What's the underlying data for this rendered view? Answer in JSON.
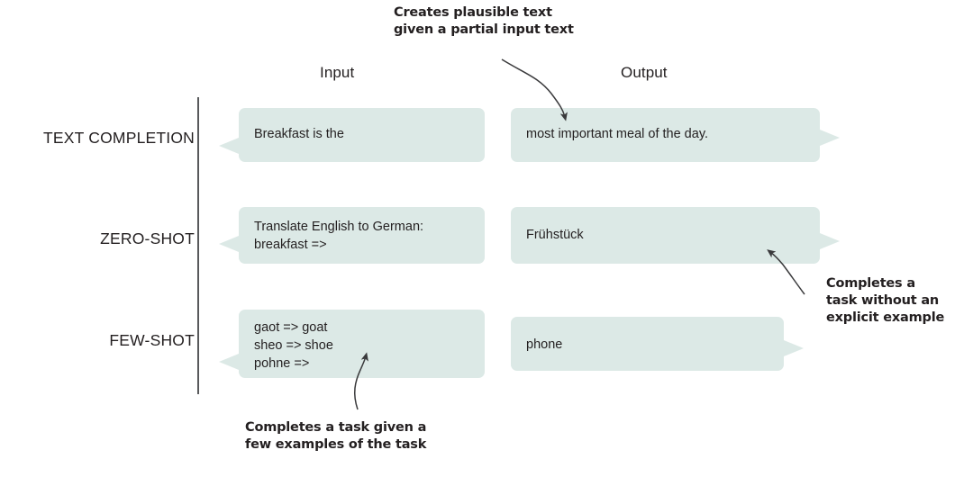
{
  "figure": {
    "title": "",
    "columns": [
      {
        "id": "input",
        "label": "Input"
      },
      {
        "id": "output",
        "label": "Output"
      }
    ],
    "rows": [
      {
        "id": "text-completion",
        "label": "TEXT COMPLETION",
        "input": "Breakfast is the",
        "output": "most important meal of the day."
      },
      {
        "id": "zero-shot",
        "label": "ZERO-SHOT",
        "input": "Translate English to German:\nbreakfast =>",
        "output": "Frühstück"
      },
      {
        "id": "few-shot",
        "label": "FEW-SHOT",
        "input": "gaot => goat\nsheo => shoe\npohne =>",
        "output": "phone"
      }
    ],
    "annotations": [
      {
        "id": "text-completion-note",
        "text": "Creates plausible text\ngiven a partial input text",
        "target": "text-completion-output"
      },
      {
        "id": "zero-shot-note",
        "text": "Completes a\ntask without an\nexplicit example",
        "target": "zero-shot-output"
      },
      {
        "id": "few-shot-note",
        "text": "Completes a task given a\nfew examples of the task",
        "target": "few-shot-input"
      }
    ],
    "colors": {
      "bubble_fill": "#dce9e6",
      "text": "#231f20",
      "divider": "#58595b",
      "arrow": "#3a3a3c",
      "background": "#ffffff"
    }
  }
}
